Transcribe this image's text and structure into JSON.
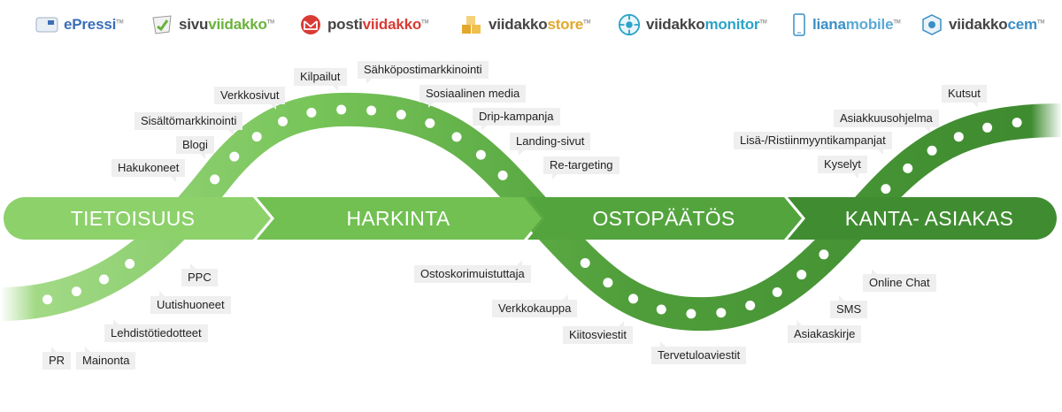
{
  "logos": [
    {
      "name": "epressi",
      "parts": [
        "ePressi"
      ],
      "colors": [
        "#3a6fb8"
      ]
    },
    {
      "name": "sivuviidakko",
      "parts": [
        "sivu",
        "viidakko"
      ],
      "colors": [
        "#444444",
        "#6ab23c"
      ]
    },
    {
      "name": "postiviidakko",
      "parts": [
        "posti",
        "viidakko"
      ],
      "colors": [
        "#444444",
        "#d93b35"
      ]
    },
    {
      "name": "viidakkostore",
      "parts": [
        "viidakko",
        "store"
      ],
      "colors": [
        "#444444",
        "#e3a82b"
      ]
    },
    {
      "name": "viidakkomonitor",
      "parts": [
        "viidakko",
        "monitor"
      ],
      "colors": [
        "#444444",
        "#2ba3c9"
      ]
    },
    {
      "name": "lianamobile",
      "parts": [
        "liana",
        "mobile"
      ],
      "colors": [
        "#3a8fc7",
        "#5aa9d6"
      ]
    },
    {
      "name": "viidakkocem",
      "parts": [
        "viidakko",
        "cem"
      ],
      "colors": [
        "#444444",
        "#3a8fc7"
      ]
    }
  ],
  "stages": [
    "TIETOISUUS",
    "HARKINTA",
    "OSTOPÄÄTÖS",
    "KANTA- ASIAKAS"
  ],
  "tags_top": [
    "Kilpailut",
    "Sähköpostimarkkinointi",
    "Verkkosivut",
    "Sosiaalinen media",
    "Sisältömarkkinointi",
    "Drip-kampanja",
    "Blogi",
    "Landing-sivut",
    "Hakukoneet",
    "Re-targeting",
    "Kutsut",
    "Asiakkuusohjelma",
    "Lisä-/Ristiinmyyntikampanjat",
    "Kyselyt"
  ],
  "tags_bottom": [
    "PPC",
    "Uutishuoneet",
    "Lehdistötiedotteet",
    "PR",
    "Mainonta",
    "Ostoskorimuistuttaja",
    "Verkkokauppa",
    "Kiitosviestit",
    "Tervetuloaviestit",
    "Asiakaskirje",
    "SMS",
    "Online Chat"
  ],
  "colors": {
    "stage1": "#8dd16b",
    "stage2": "#71c051",
    "stage3": "#53a33d",
    "stage4": "#3f8c30",
    "wave_light": "#8ccd6e",
    "wave_dark": "#3f8f31",
    "tag_bg": "#efefef"
  }
}
